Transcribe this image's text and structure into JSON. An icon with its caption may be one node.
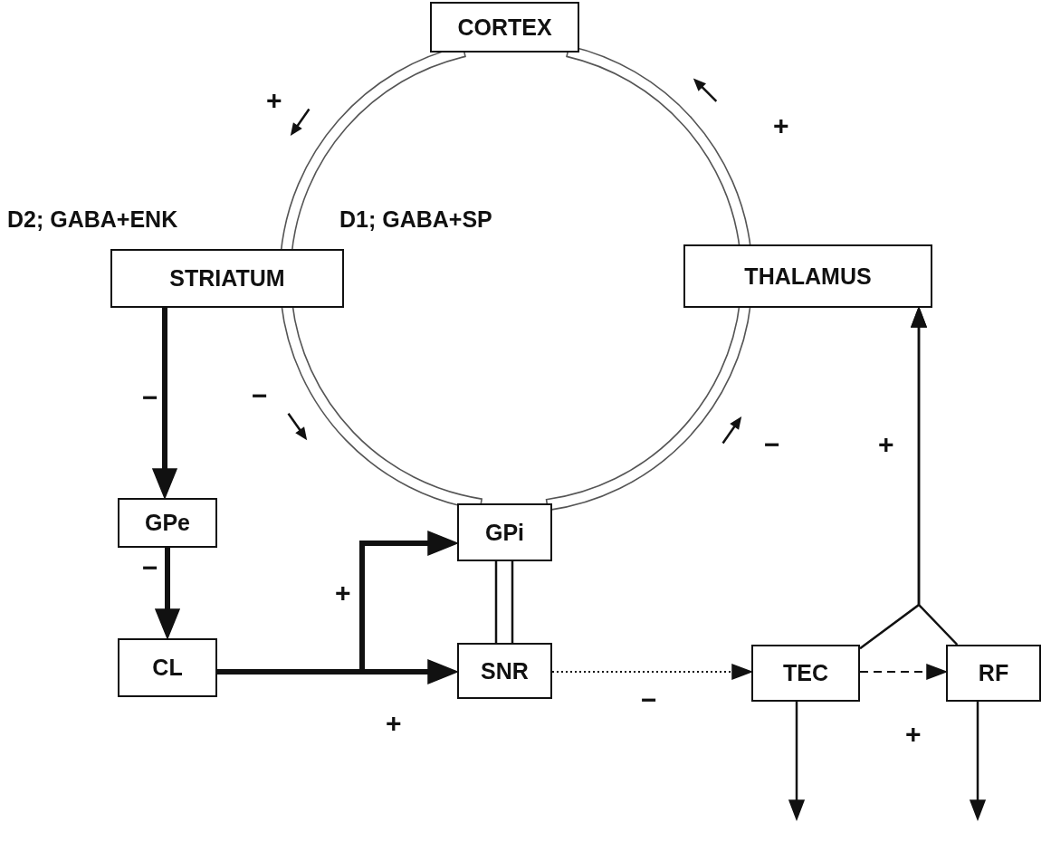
{
  "diagram": {
    "nodes": [
      {
        "text": [
          "CORTEX"
        ]
      },
      {
        "text": [
          "STRIATUM"
        ]
      },
      {
        "text": [
          "THALAMUS"
        ]
      },
      {
        "text": [
          "GPe"
        ]
      },
      {
        "text": [
          "GPi"
        ]
      },
      {
        "text": [
          "CL"
        ]
      },
      {
        "text": [
          "SNR"
        ]
      },
      {
        "text": [
          "TEC"
        ]
      },
      {
        "text": [
          "RF"
        ]
      }
    ],
    "edges": [
      {
        "from": 0,
        "to": 1,
        "arrow": "none",
        "label": "+"
      },
      {
        "from": 1,
        "to": 4,
        "arrow": "none",
        "label": "−"
      },
      {
        "from": 4,
        "to": 2,
        "arrow": "none",
        "label": "−"
      },
      {
        "from": 2,
        "to": 0,
        "arrow": "none",
        "label": "+"
      },
      {
        "from": 1,
        "to": 3,
        "arrow": "to",
        "label": "−",
        "style": "thick"
      },
      {
        "from": 3,
        "to": 5,
        "arrow": "to",
        "label": "−",
        "style": "thick"
      },
      {
        "from": 5,
        "to": 6,
        "arrow": "to",
        "label": "+",
        "style": "thick"
      },
      {
        "from": 5,
        "to": 4,
        "arrow": "to",
        "label": "+",
        "style": "thick"
      },
      {
        "from": 4,
        "to": 6,
        "arrow": "none"
      },
      {
        "from": 6,
        "to": 7,
        "arrow": "to",
        "label": "−",
        "style": "dashed"
      },
      {
        "from": 7,
        "to": 8,
        "arrow": "to",
        "label": "+",
        "style": "dashed"
      },
      {
        "from": 7,
        "to": 2,
        "arrow": "to",
        "label": "+"
      },
      {
        "from": 8,
        "to": 2,
        "arrow": "to"
      },
      {
        "from": 7,
        "to": null,
        "arrow": "to"
      },
      {
        "from": 8,
        "to": null,
        "arrow": "to"
      }
    ],
    "labels": [
      "D2; GABA+ENK",
      "D1; GABA+SP"
    ]
  }
}
